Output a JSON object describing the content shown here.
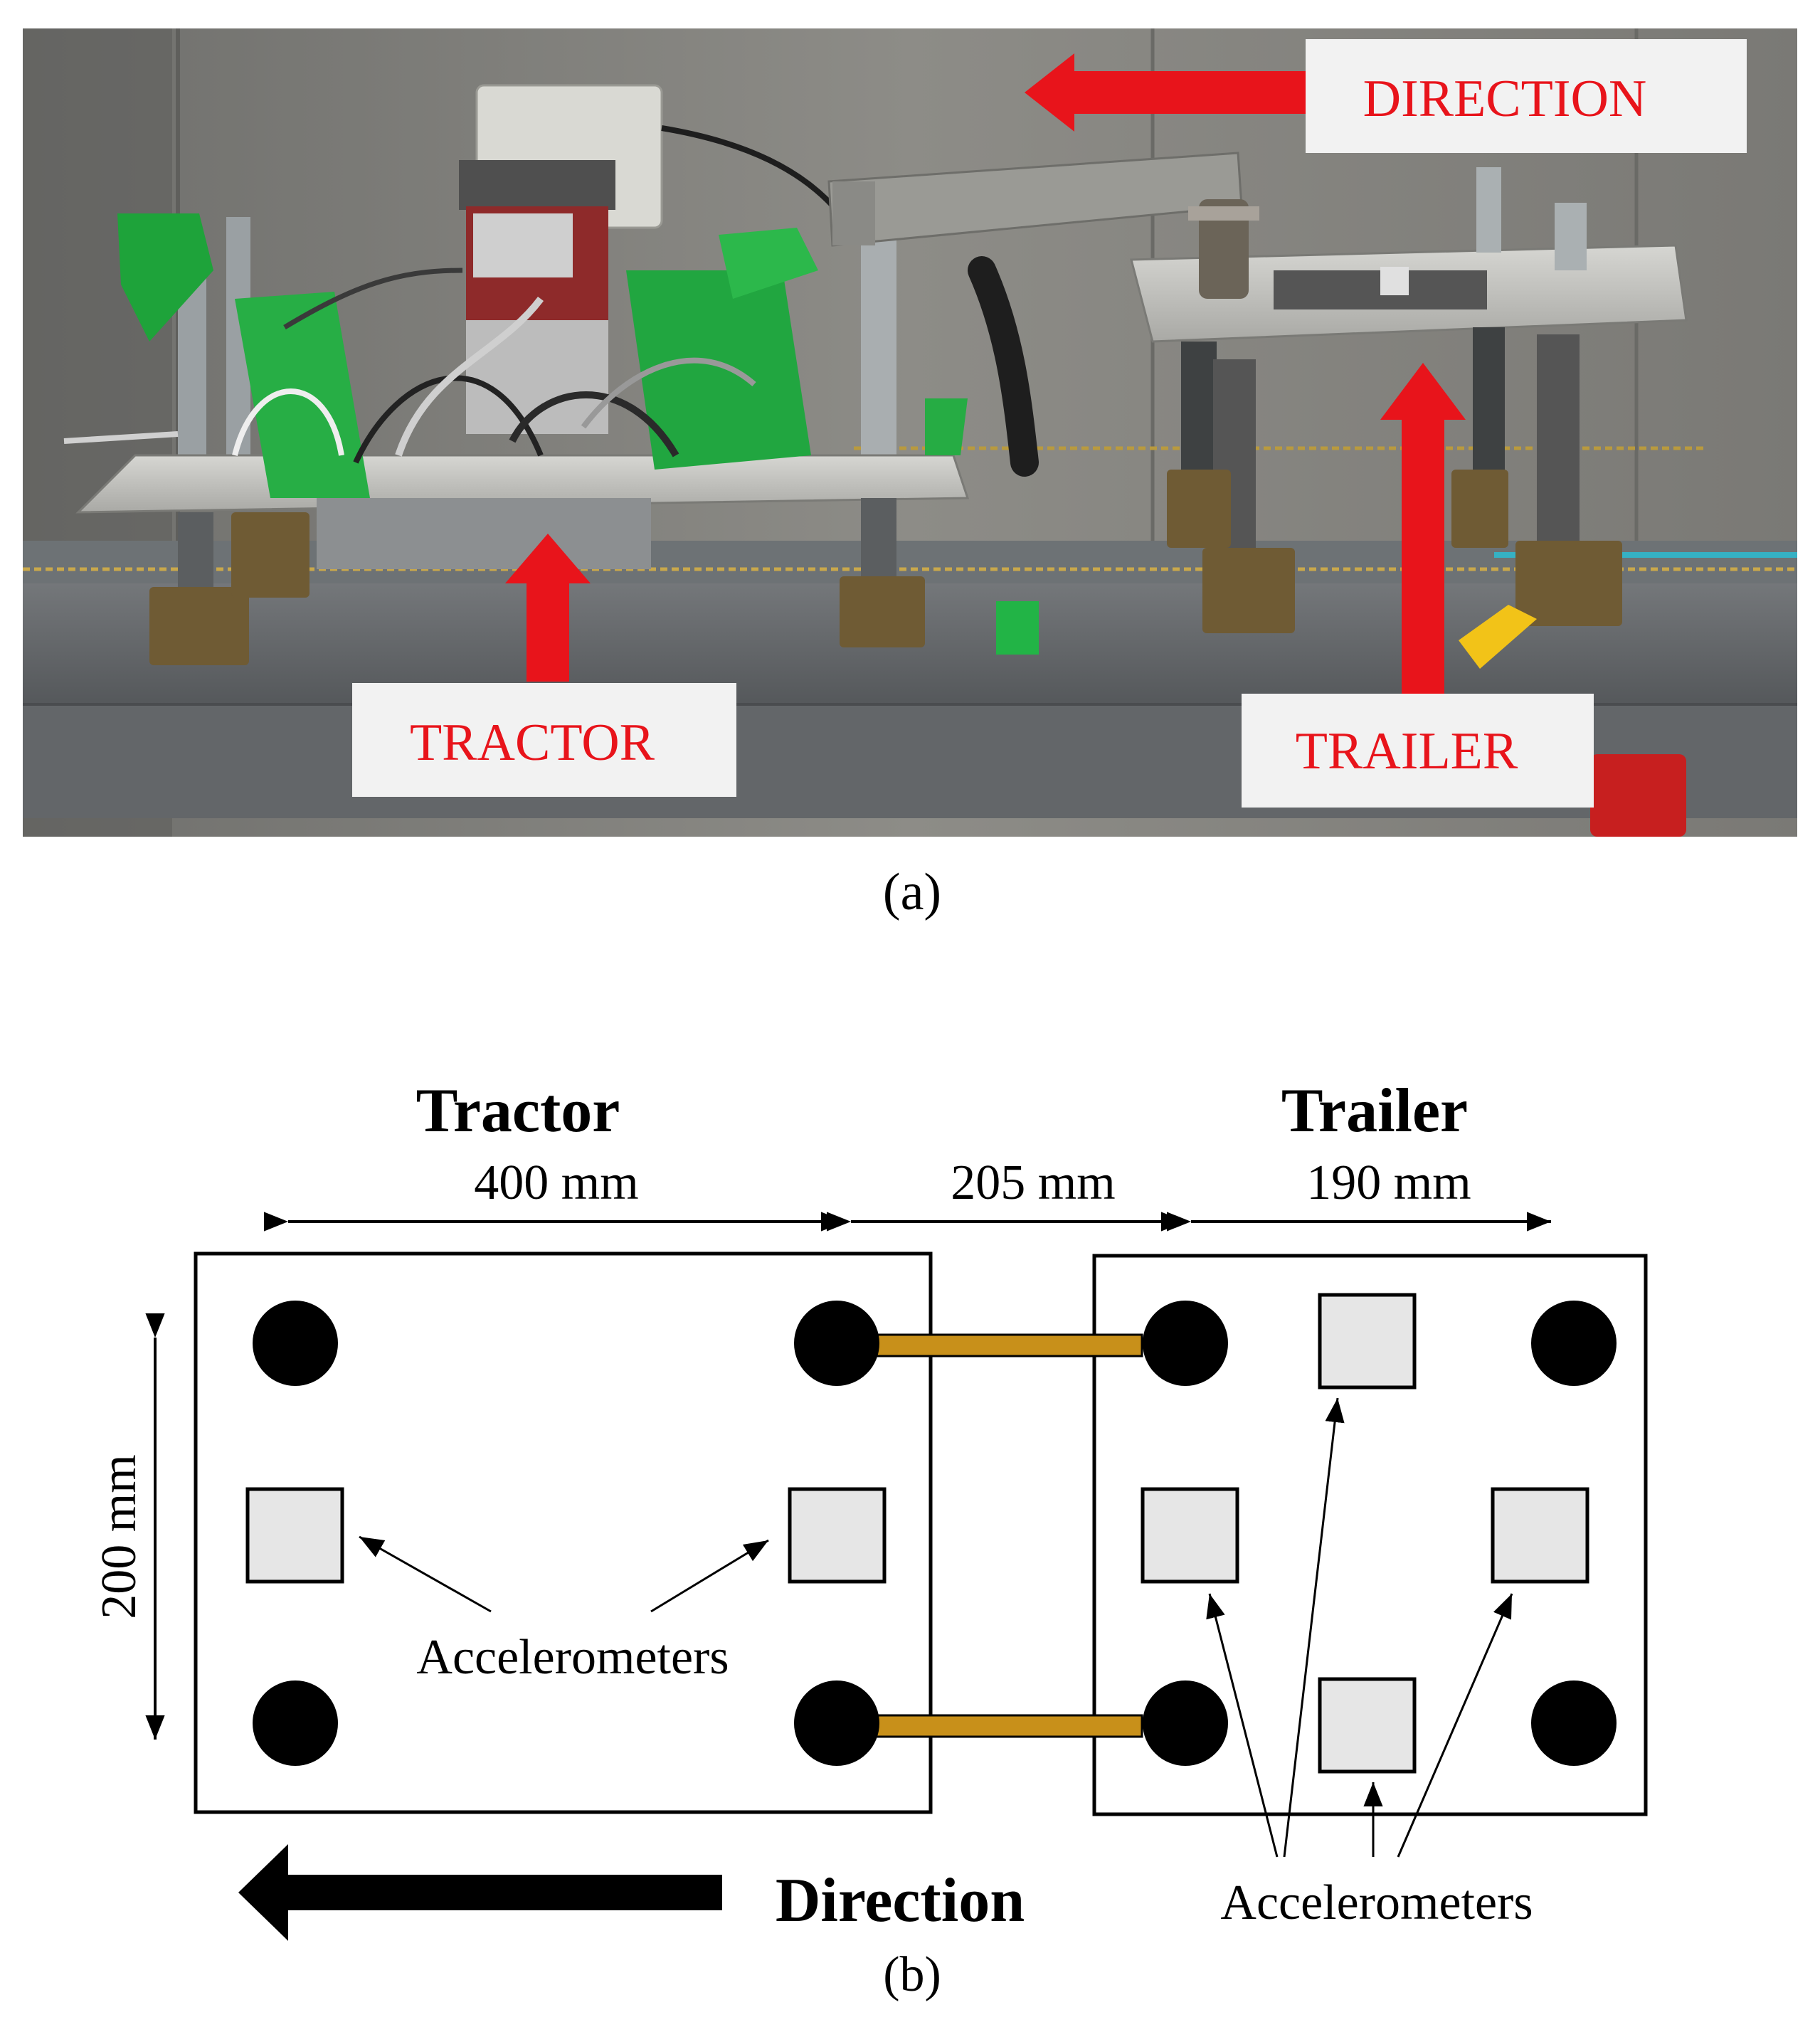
{
  "panel_a": {
    "photo_labels": {
      "direction": "DIRECTION",
      "tractor": "TRACTOR",
      "trailer": "TRAILER"
    },
    "caption": "(a)"
  },
  "panel_b": {
    "titles": {
      "tractor": "Tractor",
      "trailer": "Trailer"
    },
    "dimensions": {
      "tractor_length": "400 mm",
      "gap": "205 mm",
      "trailer_length": "190 mm",
      "width": "200 mm"
    },
    "accelerometer_label_tractor": "Accelerometers",
    "accelerometer_label_trailer": "Accelerometers",
    "direction_label": "Direction",
    "caption": "(b)"
  },
  "colors": {
    "label_red": "#e8141b",
    "arrow_red": "#e8141b",
    "hitch_bar": "#c8901a",
    "sensor_fill": "#e6e6e6",
    "wheel": "#000000"
  }
}
